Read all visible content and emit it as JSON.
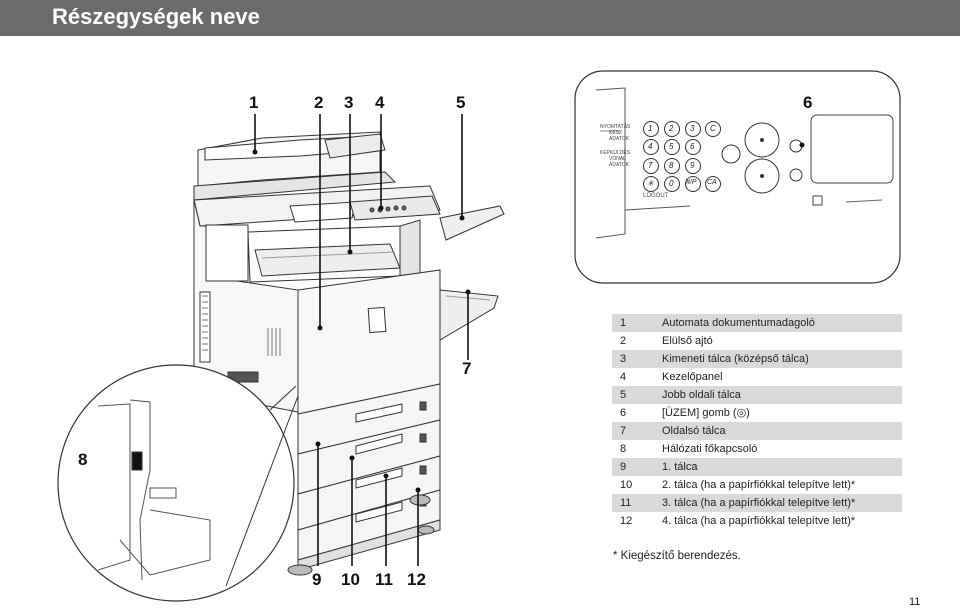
{
  "header": {
    "title": "Részegységek neve"
  },
  "callouts": [
    "1",
    "2",
    "3",
    "4",
    "5",
    "6",
    "7",
    "8",
    "9",
    "10",
    "11",
    "12"
  ],
  "legend": [
    {
      "num": "1",
      "text": "Automata dokumentumadagoló"
    },
    {
      "num": "2",
      "text": "Elülső ajtó"
    },
    {
      "num": "3",
      "text": "Kimeneti tálca (középső tálca)"
    },
    {
      "num": "4",
      "text": "Kezelőpanel"
    },
    {
      "num": "5",
      "text": "Jobb oldali tálca"
    },
    {
      "num": "6",
      "text": "[ÜZEM] gomb (◎)"
    },
    {
      "num": "7",
      "text": "Oldalsó tálca"
    },
    {
      "num": "8",
      "text": "Hálózati főkapcsoló"
    },
    {
      "num": "9",
      "text": "1. tálca"
    },
    {
      "num": "10",
      "text": "2. tálca (ha a papírfiókkal telepítve lett)*"
    },
    {
      "num": "11",
      "text": "3. tálca (ha a papírfiókkal telepítve lett)*"
    },
    {
      "num": "12",
      "text": "4. tálca (ha a papírfiókkal telepítve lett)*"
    }
  ],
  "footnote": "* Kiegészítő berendezés.",
  "page_number": "11",
  "panel": {
    "indicators": [
      "NYOMTATÁS",
      "KÉSZ",
      "ADATOK",
      "KÉPKÜLDÉS",
      "VONAL",
      "ADATOK"
    ],
    "keys": [
      "1",
      "2",
      "3",
      "C",
      "4",
      "5",
      "6",
      "7",
      "8",
      "9",
      "✳",
      "0",
      "#/P",
      "CA"
    ],
    "logout": "LOGOUT"
  },
  "colors": {
    "header_bg": "#6b6b6b",
    "legend_shade": "#d9d9d9"
  }
}
